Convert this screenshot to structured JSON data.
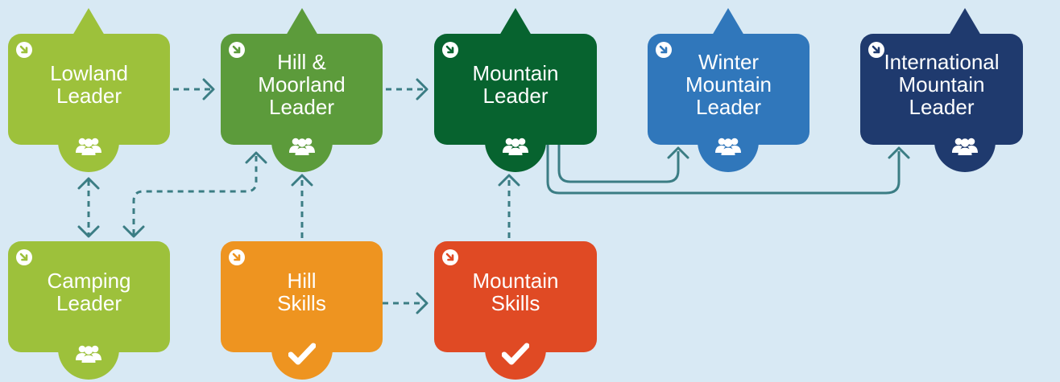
{
  "nodes": [
    {
      "id": "lowland",
      "lines": [
        "Lowland",
        "Leader"
      ],
      "color": "#9dc13b",
      "badge": "group-icon",
      "has_top_tab": true
    },
    {
      "id": "hill-moorland",
      "lines": [
        "Hill &",
        "Moorland",
        "Leader"
      ],
      "color": "#5c9b3b",
      "badge": "group-icon",
      "has_top_tab": true
    },
    {
      "id": "mountain-leader",
      "lines": [
        "Mountain",
        "Leader"
      ],
      "color": "#07632f",
      "badge": "group-icon",
      "has_top_tab": true
    },
    {
      "id": "winter",
      "lines": [
        "Winter",
        "Mountain",
        "Leader"
      ],
      "color": "#3077bb",
      "badge": "group-icon",
      "has_top_tab": true
    },
    {
      "id": "international",
      "lines": [
        "International",
        "Mountain",
        "Leader"
      ],
      "color": "#1f3a6e",
      "badge": "group-icon",
      "has_top_tab": true
    },
    {
      "id": "camping",
      "lines": [
        "Camping",
        "Leader"
      ],
      "color": "#9dc13b",
      "badge": "group-icon",
      "has_top_tab": false
    },
    {
      "id": "hill-skills",
      "lines": [
        "Hill",
        "Skills"
      ],
      "color": "#ee9420",
      "badge": "check-icon",
      "has_top_tab": false
    },
    {
      "id": "mountain-skills",
      "lines": [
        "Mountain",
        "Skills"
      ],
      "color": "#e04a24",
      "badge": "check-icon",
      "has_top_tab": false
    }
  ],
  "connectors": [
    {
      "from": "lowland",
      "to": "hill-moorland",
      "style": "dashed",
      "arrows": "end"
    },
    {
      "from": "hill-moorland",
      "to": "mountain-leader",
      "style": "dashed",
      "arrows": "end"
    },
    {
      "from": "lowland",
      "to": "camping",
      "style": "dashed",
      "arrows": "both"
    },
    {
      "from": "camping",
      "to": "hill-moorland",
      "style": "dashed",
      "arrows": "both"
    },
    {
      "from": "hill-skills",
      "to": "hill-moorland",
      "style": "dashed",
      "arrows": "end"
    },
    {
      "from": "hill-skills",
      "to": "mountain-skills",
      "style": "dashed",
      "arrows": "end"
    },
    {
      "from": "mountain-skills",
      "to": "mountain-leader",
      "style": "dashed",
      "arrows": "end"
    },
    {
      "from": "mountain-leader",
      "to": "winter",
      "style": "solid",
      "arrows": "end"
    },
    {
      "from": "mountain-leader",
      "to": "international",
      "style": "solid",
      "arrows": "end"
    }
  ],
  "connector_color": "#3b7d84",
  "background": "#d8e9f4"
}
